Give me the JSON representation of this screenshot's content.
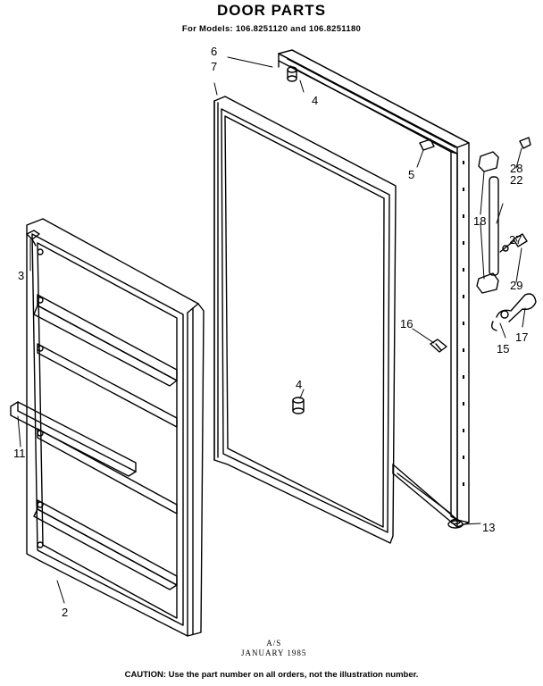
{
  "header": {
    "title": "DOOR PARTS",
    "subtitle": "For Models: 106.8251120 and 106.8251180"
  },
  "stamp": {
    "line1": "A/S",
    "line2": "JANUARY 1985"
  },
  "footer": {
    "caution": "CAUTION: Use the part number on all orders, not the illustration number."
  },
  "part_numbers": {
    "p2": "2",
    "p3": "3",
    "p4a": "4",
    "p4b": "4",
    "p5": "5",
    "p6": "6",
    "p7": "7",
    "p11": "11",
    "p13": "13",
    "p15": "15",
    "p16": "16",
    "p17": "17",
    "p18": "18",
    "p22": "22",
    "p27": "27",
    "p28": "28",
    "p29": "29"
  }
}
